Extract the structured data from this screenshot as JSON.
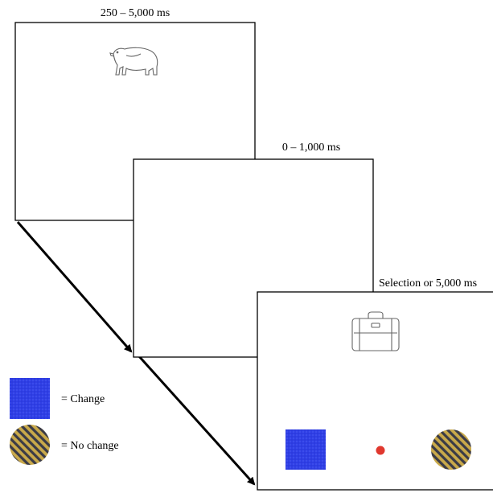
{
  "frames": [
    {
      "duration": "250 – 5,000 ms",
      "stimulus": "polar-bear"
    },
    {
      "duration": "0 – 1,000 ms",
      "stimulus": "blank"
    },
    {
      "duration": "Selection or 5,000 ms",
      "stimulus": "suitcase",
      "response_options": [
        "blue-square",
        "striped-circle"
      ],
      "fixation": "red-dot"
    }
  ],
  "legend": {
    "change_label": "= Change",
    "no_change_label": "= No change"
  },
  "colors": {
    "square_blue": "#2f3fe6",
    "circle_gold": "#c9a94a",
    "circle_stripe": "#3b3b46",
    "fixation_red": "#e0382e",
    "frame_stroke": "#000000"
  }
}
